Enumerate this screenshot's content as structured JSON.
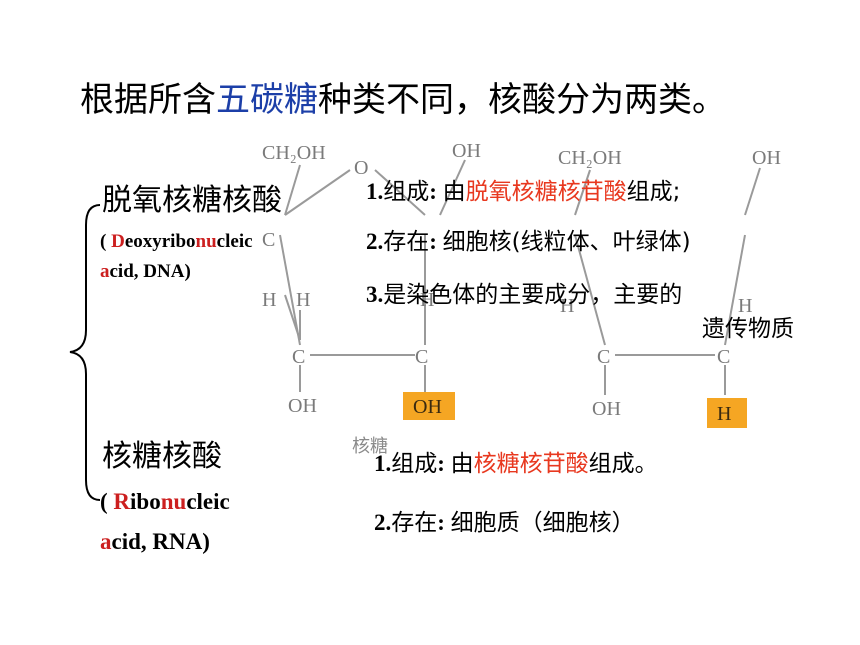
{
  "heading": {
    "prefix": "根据所含",
    "highlight": "五碳糖",
    "suffix": "种类不同，核酸分为两类。"
  },
  "colors": {
    "highlight_blue": "#1c3fa8",
    "emphasis_red": "#e8381f",
    "letter_red": "#cc1f1f",
    "box_orange": "#f5a623"
  },
  "diagram": {
    "left_sugar": {
      "ch2oh": "CH₂OH",
      "ring_o": "O",
      "oh_top": "OH",
      "c_left": "C",
      "c_bottom_left": "C",
      "c_bottom_right": "C",
      "h1": "H",
      "h2": "H",
      "h3": "H",
      "oh_bottom": "OH",
      "oh_boxed": "OH"
    },
    "right_sugar": {
      "ch2oh": "CH₂OH",
      "oh_top": "OH",
      "c_bottom_left": "C",
      "c_bottom_right": "C",
      "h1": "H",
      "h2": "H",
      "oh_bottom": "OH",
      "h_boxed": "H"
    },
    "caption_left": "核糖"
  },
  "dna": {
    "name": "脱氧核糖核酸",
    "en_line1_open": "( ",
    "en_D": "D",
    "en_line1_mid": "eoxyribo",
    "en_nu": "nu",
    "en_line1_end": "cleic",
    "en_a": "a",
    "en_line2_rest": "cid, DNA)",
    "item1_num": "1.",
    "item1_label": "组成",
    "item1_colon": ": ",
    "item1_by": "由",
    "item1_red": "脱氧核糖核苷酸",
    "item1_tail": "组成;",
    "item2_num": "2.",
    "item2_label": "存在",
    "item2_colon": ": ",
    "item2_text": "细胞核(线粒体、叶绿体)",
    "item3_num": "3.",
    "item3_text": "是染色体的主要成分，主要的",
    "item3_cont": "遗传物质"
  },
  "rna": {
    "name": "核糖核酸",
    "en_line1_open": "( ",
    "en_R": "R",
    "en_line1_mid": "ibo",
    "en_nu": "nu",
    "en_line1_end": "cleic",
    "en_a": "a",
    "en_line2_rest": "cid, RNA)",
    "item1_num": "1.",
    "item1_label": "组成",
    "item1_colon": ": ",
    "item1_by": "由",
    "item1_red": "核糖核苷酸",
    "item1_tail": "组成。",
    "item2_num": "2.",
    "item2_label": "存在",
    "item2_colon": ": ",
    "item2_text": "细胞质（细胞核）"
  }
}
